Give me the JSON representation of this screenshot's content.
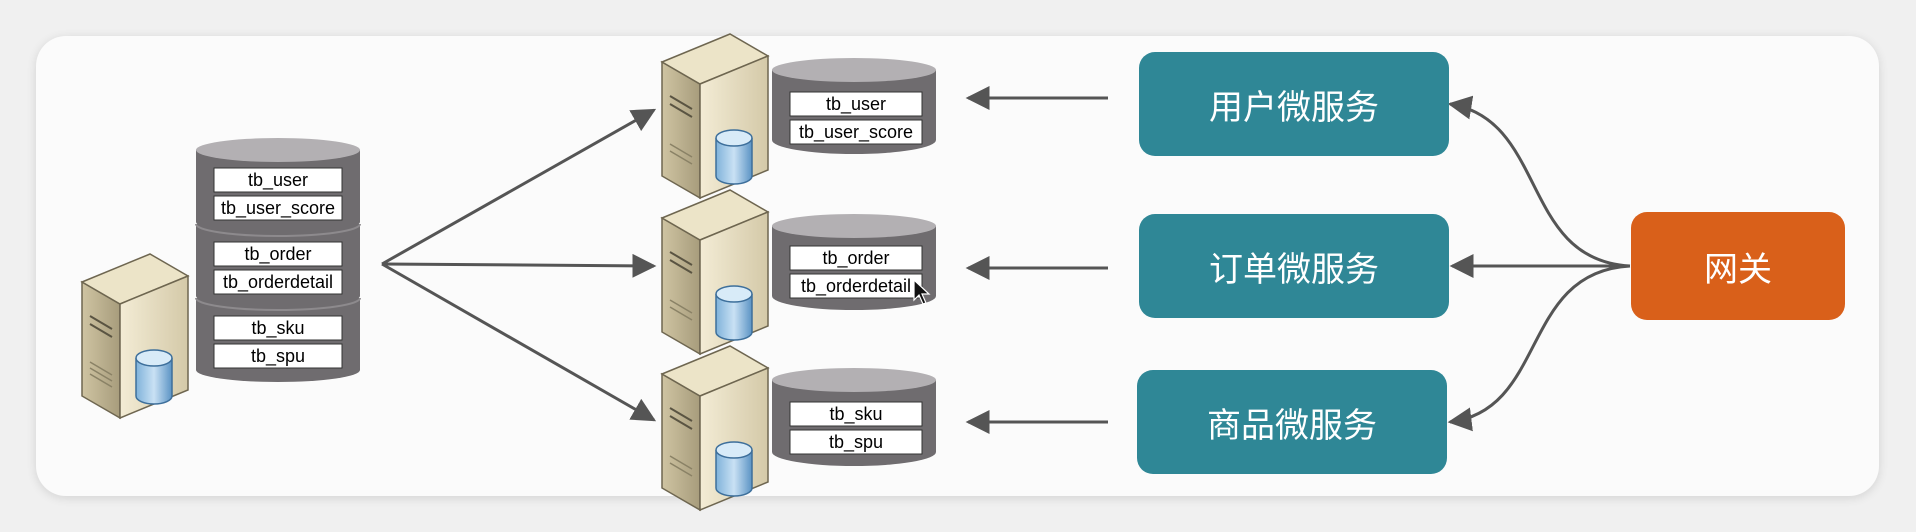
{
  "central_db": {
    "tables": [
      "tb_user",
      "tb_user_score",
      "tb_order",
      "tb_orderdetail",
      "tb_sku",
      "tb_spu"
    ]
  },
  "shards": [
    {
      "tables": [
        "tb_user",
        "tb_user_score"
      ],
      "service": "用户微服务"
    },
    {
      "tables": [
        "tb_order",
        "tb_orderdetail"
      ],
      "service": "订单微服务"
    },
    {
      "tables": [
        "tb_sku",
        "tb_spu"
      ],
      "service": "商品微服务"
    }
  ],
  "gateway": {
    "label": "网关"
  },
  "colors": {
    "service": "#2f8796",
    "gateway": "#d9601a",
    "db_gray": "#6f6c6f",
    "db_top": "#b3b0b3",
    "arrow": "#555555"
  }
}
